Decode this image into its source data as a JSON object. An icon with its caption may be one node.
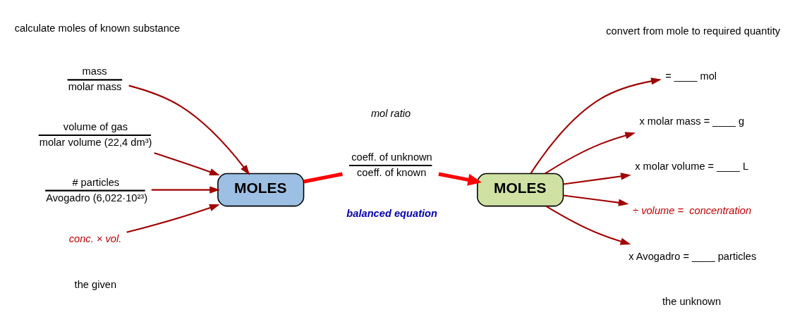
{
  "diagram": {
    "nodes": [
      {
        "text": [
          "mass",
          "molar mass"
        ]
      },
      {
        "text": [
          "volume of gas",
          "molar volume (22,4 dm³)"
        ]
      },
      {
        "text": [
          "# particles",
          "Avogadro (6,022·10²³)"
        ]
      },
      {
        "text": [
          "conc. × vol."
        ]
      },
      {
        "text": [
          "MOLES"
        ]
      },
      {
        "text": [
          "coeff. of unknown",
          "coeff. of known"
        ]
      },
      {
        "text": [
          "MOLES"
        ]
      },
      {
        "text": [
          "= ____ mol"
        ]
      },
      {
        "text": [
          "x molar mass = ____ g"
        ]
      },
      {
        "text": [
          "x molar volume = ____ L"
        ]
      },
      {
        "text": [
          "÷ volume =  concentration"
        ]
      },
      {
        "text": [
          "x Avogadro = ____ particles"
        ]
      }
    ],
    "edges": [
      {
        "from": 0,
        "to": 4,
        "arrow": "to"
      },
      {
        "from": 1,
        "to": 4,
        "arrow": "to"
      },
      {
        "from": 2,
        "to": 4,
        "arrow": "to"
      },
      {
        "from": 3,
        "to": 4,
        "arrow": "to"
      },
      {
        "from": 4,
        "to": 5,
        "arrow": "none",
        "style": "thick",
        "color": "#ff0000"
      },
      {
        "from": 5,
        "to": 6,
        "arrow": "to",
        "style": "thick",
        "color": "#ff0000"
      },
      {
        "from": 6,
        "to": 7,
        "arrow": "to"
      },
      {
        "from": 6,
        "to": 8,
        "arrow": "to"
      },
      {
        "from": 6,
        "to": 9,
        "arrow": "to"
      },
      {
        "from": 6,
        "to": 10,
        "arrow": "to"
      },
      {
        "from": 6,
        "to": 11,
        "arrow": "to"
      }
    ],
    "labels": [
      "the given",
      "calculate moles of known substance",
      "balanced equation",
      "mol ratio",
      "the unknown",
      "convert from mole to required quantity"
    ]
  }
}
